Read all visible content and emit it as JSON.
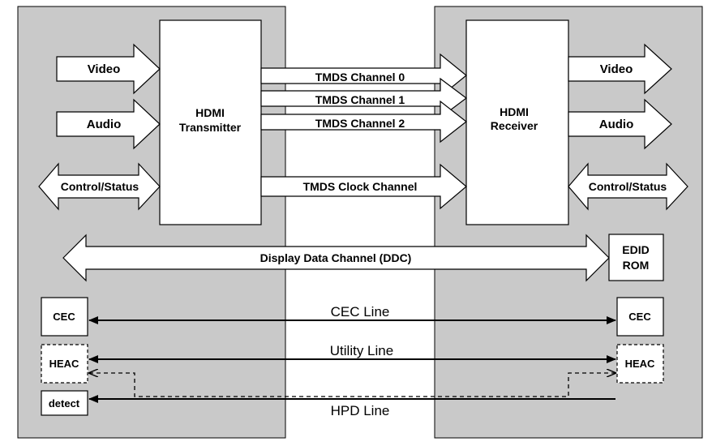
{
  "colors": {
    "panel_fill": "#c9c9c9",
    "box_fill": "#ffffff",
    "stroke": "#000000"
  },
  "transmitter": {
    "line1": "HDMI",
    "line2": "Transmitter"
  },
  "receiver": {
    "line1": "HDMI",
    "line2": "Receiver"
  },
  "inputs": {
    "video": "Video",
    "audio": "Audio",
    "control": "Control/Status"
  },
  "outputs": {
    "video": "Video",
    "audio": "Audio",
    "control": "Control/Status"
  },
  "tmds": {
    "ch0": "TMDS Channel 0",
    "ch1": "TMDS Channel 1",
    "ch2": "TMDS Channel 2",
    "clock": "TMDS Clock Channel"
  },
  "ddc": {
    "label": "Display Data Channel (DDC)"
  },
  "edid": {
    "line1": "EDID",
    "line2": "ROM"
  },
  "lines": {
    "cec": "CEC Line",
    "utility": "Utility Line",
    "hpd": "HPD Line"
  },
  "boxes": {
    "cec_left": "CEC",
    "cec_right": "CEC",
    "heac_left": "HEAC",
    "heac_right": "HEAC",
    "detect": "detect"
  }
}
